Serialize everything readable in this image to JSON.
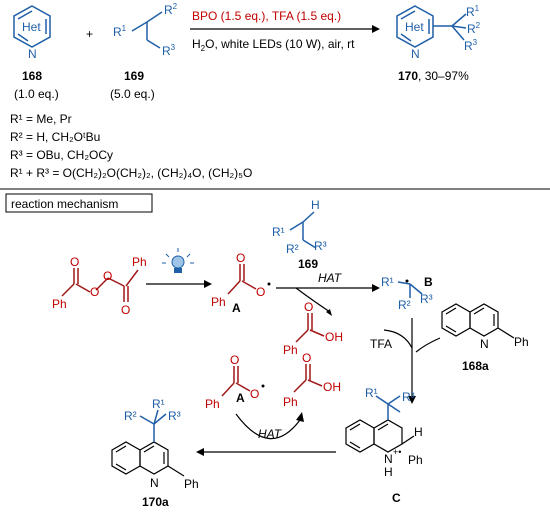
{
  "reaction": {
    "reactant1_ring_label": "Het",
    "reactant1_n": "N",
    "reactant1_id": "168",
    "reactant1_eq": "(1.0 eq.)",
    "plus": "+",
    "reactant2_r1": "R",
    "reactant2_r1_sup": "1",
    "reactant2_r2": "R",
    "reactant2_r2_sup": "2",
    "reactant2_r3": "R",
    "reactant2_r3_sup": "3",
    "reactant2_id": "169",
    "reactant2_eq": "(5.0 eq.)",
    "conditions_top": "BPO (1.5 eq.), TFA (1.5 eq.)",
    "conditions_bottom_pre": "H",
    "conditions_bottom_sub": "2",
    "conditions_bottom_post": "O, white LEDs (10 W), air, rt",
    "product_ring_label": "Het",
    "product_n": "N",
    "product_id": "170",
    "product_yield": ", 30–97%"
  },
  "substituents": {
    "line1": "R¹ = Me, Pr",
    "line2": "R² = H, CH₂OᵗBu",
    "line3": "R³ = OBu, CH₂OCy",
    "line4": "R¹ + R³ = O(CH₂)₂O(CH₂)₂, (CH₂)₄O, (CH₂)₅O"
  },
  "mechanism": {
    "heading": "reaction mechanism",
    "bpo_ph_top": "Ph",
    "bpo_ph_left": "Ph",
    "bpo_o1": "O",
    "bpo_o2": "O",
    "bpo_o3": "O",
    "bpo_o4": "O",
    "radicalA_o": "O",
    "radicalA_ph": "Ph",
    "radicalA_label": "A",
    "substrate_h": "H",
    "substrate_r1": "R¹",
    "substrate_r2": "R²",
    "substrate_r3": "R³",
    "substrate_id": "169",
    "hat_label_1": "HAT",
    "benzoic_oh_1": "OH",
    "benzoic_o_1": "O",
    "benzoic_ph_1": "Ph",
    "radicalB_r1": "R¹",
    "radicalB_r2": "R²",
    "radicalB_r3": "R³",
    "radicalB_label": "B",
    "tfa_label": "TFA",
    "quinoline_n": "N",
    "quinoline_ph": "Ph",
    "quinoline_id": "168a",
    "intermediateC_r1": "R¹",
    "intermediateC_r3": "R³",
    "intermediateC_nh": "N",
    "intermediateC_h_n": "H",
    "intermediateC_h": "H",
    "intermediateC_ph": "Ph",
    "intermediateC_charge": "+•",
    "intermediateC_label": "C",
    "radicalA2_o": "O",
    "radicalA2_ph": "Ph",
    "radicalA2_label": "A",
    "benzoic_oh_2": "OH",
    "benzoic_o_2": "O",
    "benzoic_ph_2": "Ph",
    "hat_label_2": "HAT",
    "product_r1": "R¹",
    "product_r2": "R²",
    "product_r3": "R³",
    "product_n": "N",
    "product_ph": "Ph",
    "product_id": "170a"
  }
}
